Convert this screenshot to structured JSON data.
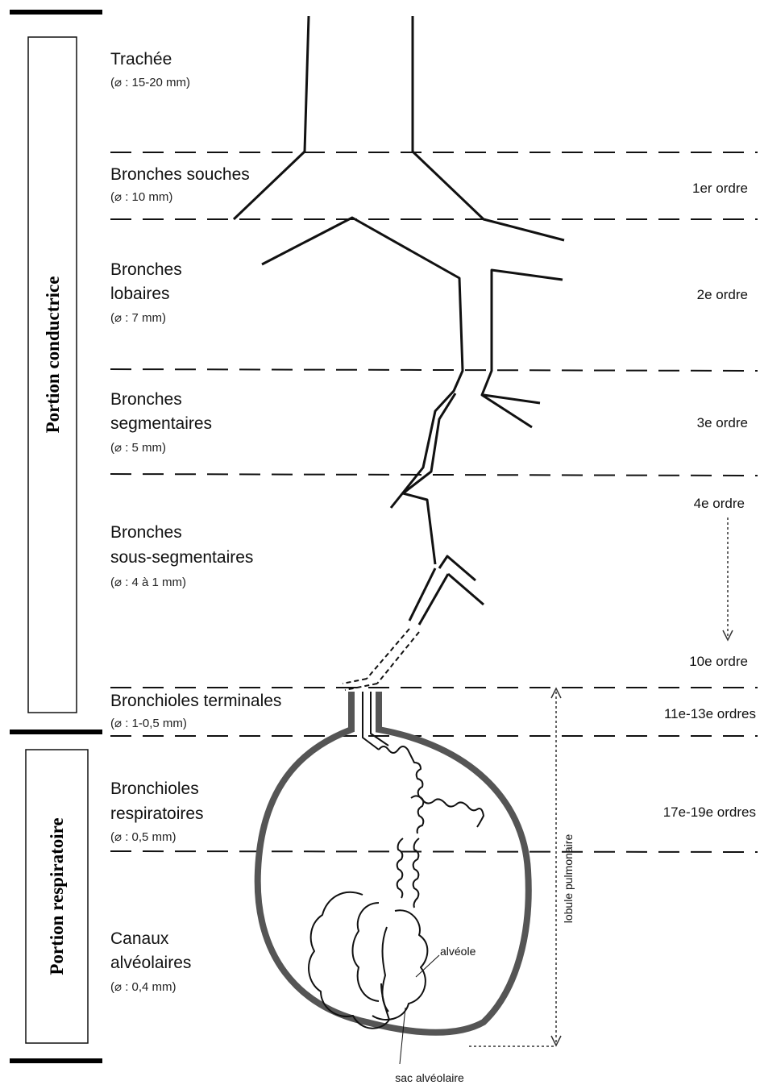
{
  "portions": {
    "conductive": "Portion conductrice",
    "respiratory": "Portion respiratoire"
  },
  "levels": [
    {
      "name": [
        "Trachée"
      ],
      "diameter": "(⌀ : 15-20 mm)",
      "order": ""
    },
    {
      "name": [
        "Bronches souches"
      ],
      "diameter": "(⌀ : 10 mm)",
      "order": "1er ordre"
    },
    {
      "name": [
        "Bronches",
        "lobaires"
      ],
      "diameter": "(⌀ : 7 mm)",
      "order": "2e ordre"
    },
    {
      "name": [
        "Bronches",
        "segmentaires"
      ],
      "diameter": "(⌀ : 5 mm)",
      "order": "3e ordre"
    },
    {
      "name": [
        "Bronches",
        "sous-segmentaires"
      ],
      "diameter": "(⌀ : 4 à 1 mm)",
      "order": "4e ordre"
    },
    {
      "name": [
        "Bronchioles terminales"
      ],
      "diameter": "(⌀ : 1-0,5 mm)",
      "order": "11e-13e ordres"
    },
    {
      "name": [
        "Bronchioles",
        "respiratoires"
      ],
      "diameter": "(⌀ : 0,5 mm)",
      "order": "17e-19e ordres"
    },
    {
      "name": [
        "Canaux",
        "alvéolaires"
      ],
      "diameter": "(⌀ : 0,4 mm)",
      "order": ""
    }
  ],
  "extra_order": "10e ordre",
  "labels": {
    "alveole": "alvéole",
    "sac": "sac alvéolaire",
    "lobule": "lobule pulmonaire"
  }
}
